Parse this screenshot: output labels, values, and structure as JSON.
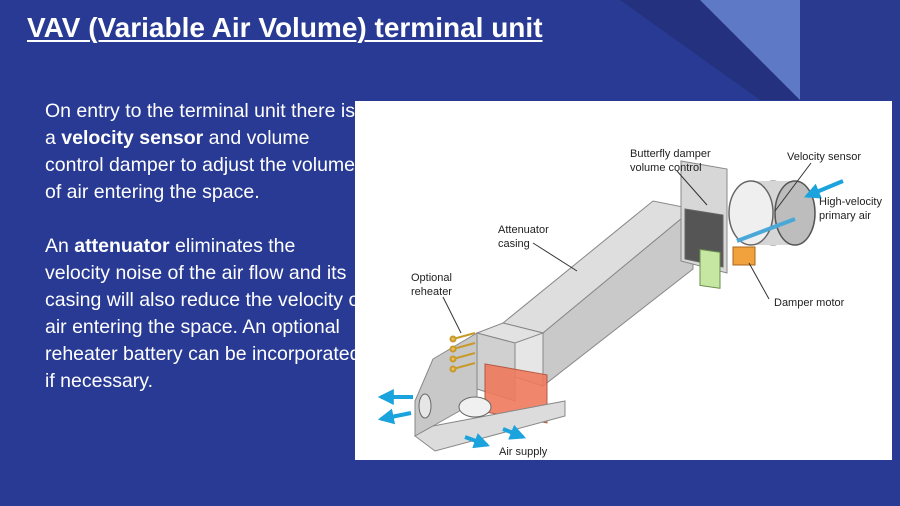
{
  "slide": {
    "title": "VAV (Variable Air Volume) terminal unit",
    "paragraph1": {
      "before": "On entry to the terminal unit there is a ",
      "bold": "velocity sensor",
      "after": " and volume control damper to adjust the volume of air entering the space."
    },
    "paragraph2": {
      "before": "An ",
      "bold": "attenuator",
      "after": " eliminates the velocity noise of the air flow and its casing will also reduce the velocity of air entering the space. An optional reheater battery can be incorporated if necessary."
    }
  },
  "diagram": {
    "labels": {
      "butterfly_line1": "Butterfly damper",
      "butterfly_line2": "volume control",
      "velocity_sensor": "Velocity sensor",
      "high_velocity_line1": "High-velocity",
      "high_velocity_line2": "primary air",
      "attenuator_line1": "Attenuator",
      "attenuator_line2": "casing",
      "reheater_line1": "Optional",
      "reheater_line2": "reheater",
      "damper_motor": "Damper motor",
      "air_supply": "Air supply"
    },
    "colors": {
      "arrow": "#1aa3dc",
      "heater": "#ef7a5c",
      "damper_green": "#c6e7a2",
      "motor": "#f2a23c",
      "casing": "#d4d4d4"
    }
  }
}
